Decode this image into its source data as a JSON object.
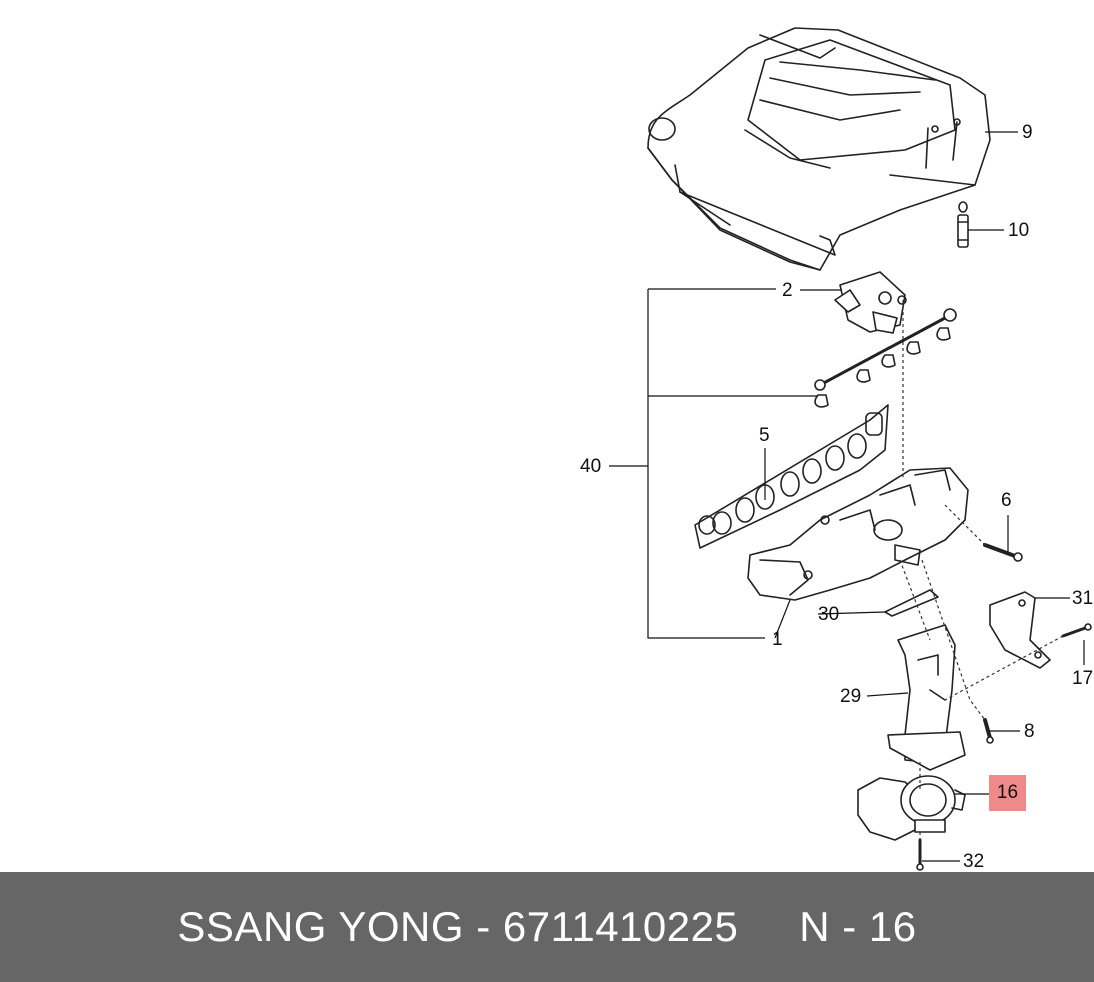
{
  "diagram": {
    "callouts": {
      "c9": "9",
      "c10": "10",
      "c2": "2",
      "c40": "40",
      "c5": "5",
      "c6": "6",
      "c31": "31",
      "c30": "30",
      "c1": "1",
      "c17": "17",
      "c29": "29",
      "c8": "8",
      "c16": "16",
      "c32": "32"
    },
    "highlight_color": "#f08a8a"
  },
  "footer": {
    "brand": "SSANG YONG",
    "part_number": "6711410225",
    "position": "N - 16",
    "background": "#666666"
  }
}
